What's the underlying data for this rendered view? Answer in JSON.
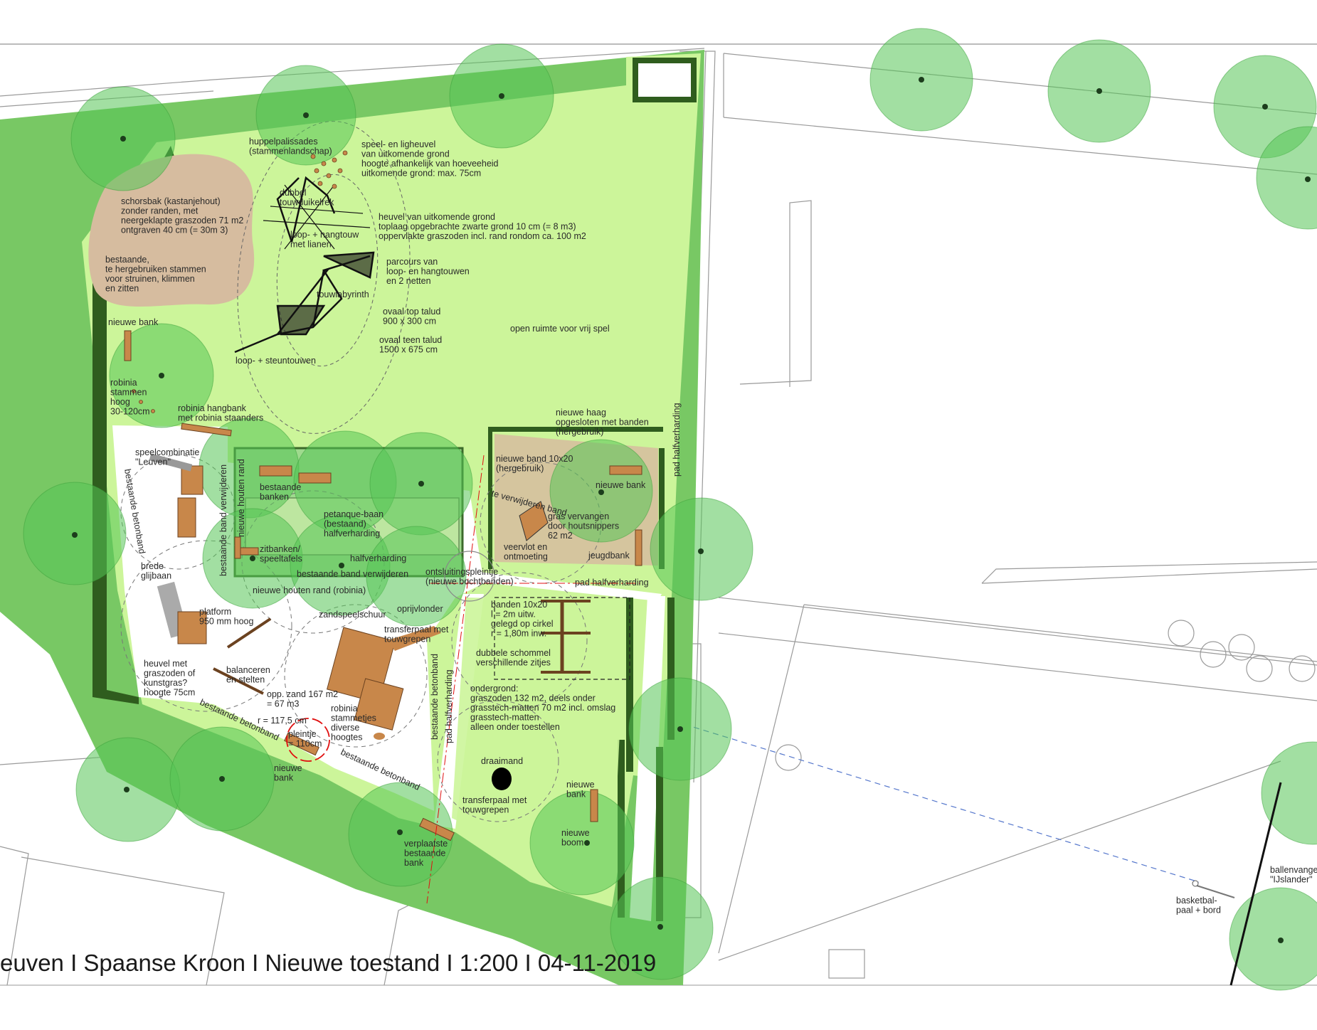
{
  "caption": "euven I Spaanse Kroon I Nieuwe toestand I 1:200 I 04-11-2019",
  "colors": {
    "lawn": "#ccf59a",
    "park_green": "#78c864",
    "tree": "#55c455",
    "hedge": "#2f5d1e",
    "bark_area": "#d6bc9f",
    "wood": "#c8874a",
    "paving": "#ffffff",
    "annotation_red": "#e01010"
  },
  "labels": {
    "huppel": [
      "huppelpalissades",
      "(stammenlandschap)"
    ],
    "speelheuvel": [
      "speel- en ligheuvel",
      "van uitkomende grond",
      "hoogte afhankelijk van hoeveeheid",
      "uitkomende grond: max. 75cm"
    ],
    "schorsbak": [
      "schorsbak (kastanjehout)",
      "zonder randen, met",
      "neergeklapte graszoden 71 m2",
      "ontgraven 40 cm (= 30m 3)"
    ],
    "dubbel": [
      "dubbel",
      "touwduikelrek"
    ],
    "heuvel": [
      "heuvel van uitkomende grond",
      "toplaag opgebrachte zwarte grond 10 cm (= 8 m3)",
      "oppervlakte graszoden incl. rand rondom ca. 100 m2"
    ],
    "loop_hang": [
      "loop- + hangtouw",
      "met lianen"
    ],
    "stammen": [
      "bestaande,",
      "te hergebruiken stammen",
      "voor struinen, klimmen",
      "en zitten"
    ],
    "parcours": [
      "parcours van",
      "loop- en hangtouwen",
      "en 2 netten"
    ],
    "touwlabyrinth": [
      "touwlabyrinth"
    ],
    "ovaal_top": [
      "ovaal top talud",
      "900 x 300 cm"
    ],
    "ovaal_teen": [
      "ovaal teen talud",
      "1500 x 675 cm"
    ],
    "nieuwe_bank_1": [
      "nieuwe bank"
    ],
    "open_ruimte": [
      "open ruimte voor vrij spel"
    ],
    "steuntouwen": [
      "loop- + steuntouwen"
    ],
    "robinia_stammen": [
      "robinia",
      "stammen",
      "hoog",
      "30-120cm"
    ],
    "hangbank": [
      "robinia hangbank",
      "met robinia staanders"
    ],
    "haag": [
      "nieuwe haag",
      "opgesloten met banden",
      "(hergebruik)"
    ],
    "pad_halfverharding_1": [
      "pad halfverharding"
    ],
    "speelcombinatie": [
      "speelcombinatie",
      "\"Leuven\""
    ],
    "band_verwijderen_v": [
      "bestaande band verwijderen"
    ],
    "houten_rand_v": [
      "nieuwe houten rand"
    ],
    "bestaande_banken": [
      "bestaande",
      "banken"
    ],
    "band_10x20_a": [
      "nieuwe band 10x20",
      "(hergebruik)"
    ],
    "nieuwe_bank_2": [
      "nieuwe bank"
    ],
    "te_verwijderen_band": [
      "te verwijderen band"
    ],
    "betonband_1": [
      "bestaande betonband"
    ],
    "petanque": [
      "petanque-baan",
      "(bestaand)",
      "halfverharding"
    ],
    "gras_vervangen": [
      "gras vervangen",
      "door houtsnippers",
      "62 m2"
    ],
    "veervlot": [
      "veervlot en",
      "ontmoeting"
    ],
    "zitbanken": [
      "zitbanken/",
      "speeltafels"
    ],
    "halfverharding": [
      "halfverharding"
    ],
    "jeugdbank": [
      "jeugdbank"
    ],
    "brede_glijbaan": [
      "brede",
      "glijbaan"
    ],
    "band_verwijderen_h": [
      "bestaande band verwijderen"
    ],
    "ontsluiting": [
      "ontsluitingspleintje",
      "(nieuwe bochtbanden)"
    ],
    "pad_halfverharding_2": [
      "pad halfverharding"
    ],
    "houten_rand_h": [
      "nieuwe houten rand (robinia)"
    ],
    "oprijvlonder": [
      "oprijvlonder"
    ],
    "platform": [
      "platform",
      "950 mm hoog"
    ],
    "zandspeelschuur": [
      "zandspeelschuur"
    ],
    "banden_10x20_b": [
      "banden 10x20",
      "l = 2m uitw.",
      "gelegd op cirkel",
      "r = 1,80m inw."
    ],
    "transferpaal_1": [
      "transferpaal met",
      "touwgrepen"
    ],
    "schommel": [
      "dubbele schommel",
      "verschillende zitjes"
    ],
    "heuvel_graszoden": [
      "heuvel met",
      "graszoden of",
      "kunstgras?",
      "hoogte 75cm"
    ],
    "balanceren": [
      "balanceren",
      "en stelten"
    ],
    "opp_zand": [
      "opp. zand 167 m2",
      "= 67 m3"
    ],
    "ondergrond": [
      "ondergrond:",
      "graszoden 132 m2, deels onder",
      "grasstech-matten 70 m2 incl. omslag",
      "grasstech-matten",
      "alleen onder toestellen"
    ],
    "radius": [
      "r = 117,5 cm"
    ],
    "robinia_stammetjes": [
      "robinia",
      "stammetjes",
      "diverse",
      "hoogtes"
    ],
    "pleintje": [
      "pleintje",
      "= 110cm"
    ],
    "betonband_2": [
      "bestaande betonband"
    ],
    "pad_halfverharding_3": [
      "pad halfverharding"
    ],
    "betonband_3": [
      "bestaande betonband"
    ],
    "betonband_4": [
      "bestaande betonband"
    ],
    "betonband_5": [
      "bestaande betonband"
    ],
    "draaimand": [
      "draaimand"
    ],
    "nieuwe_bank_3": [
      "nieuwe",
      "bank"
    ],
    "nieuwe_bank_4": [
      "nieuwe",
      "bank"
    ],
    "transferpaal_2": [
      "transferpaal met",
      "touwgrepen"
    ],
    "nieuwe_boom": [
      "nieuwe",
      "boom"
    ],
    "verplaatste_bank": [
      "verplaatste",
      "bestaande",
      "bank"
    ],
    "basketbal": [
      "basketbal-",
      "paal + bord"
    ],
    "ballenvanger": [
      "ballenvanger",
      "\"IJslander\""
    ]
  }
}
